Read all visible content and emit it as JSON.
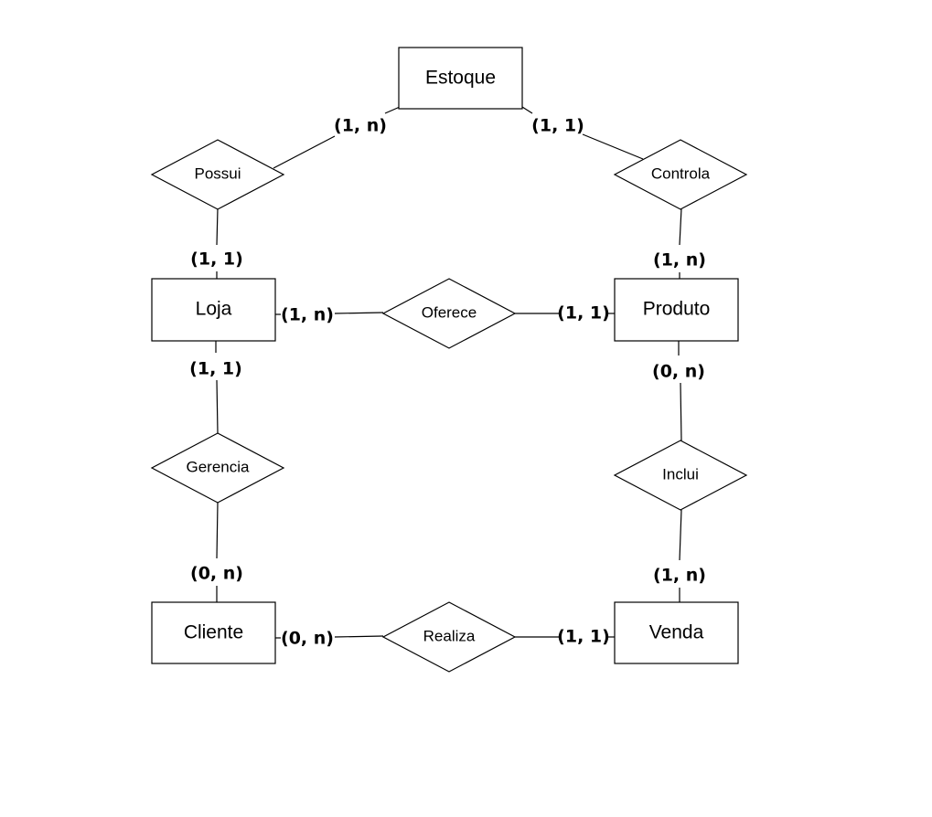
{
  "entities": {
    "estoque": "Estoque",
    "loja": "Loja",
    "produto": "Produto",
    "cliente": "Cliente",
    "venda": "Venda"
  },
  "relationships": {
    "possui": "Possui",
    "controla": "Controla",
    "oferece": "Oferece",
    "gerencia": "Gerencia",
    "inclui": "Inclui",
    "realiza": "Realiza"
  },
  "cardinalities": {
    "estoque_possui": "(1, n)",
    "estoque_controla": "(1, 1)",
    "loja_possui": "(1, 1)",
    "produto_controla": "(1, n)",
    "loja_oferece": "(1, n)",
    "produto_oferece": "(1, 1)",
    "loja_gerencia": "(1, 1)",
    "produto_inclui": "(0, n)",
    "cliente_gerencia": "(0, n)",
    "venda_inclui": "(1, n)",
    "cliente_realiza": "(0, n)",
    "venda_realiza": "(1, 1)"
  }
}
